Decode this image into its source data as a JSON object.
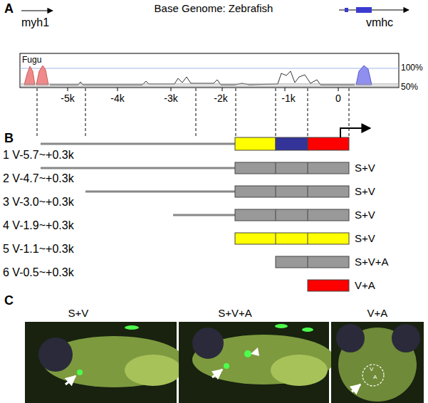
{
  "diagram": {
    "labels": [
      "A",
      "Base Genome: Zebrafish",
      "myh1",
      "vmhc",
      "Fugu",
      "100%",
      "50%",
      "-5k",
      "-4k",
      "-3k",
      "-2k",
      "-1k",
      "0",
      "B",
      "1 V-5.7~+0.3k",
      "S+V",
      "2 V-4.7~+0.3k",
      "S+V",
      "3 V-3.0~+0.3k",
      "S+V",
      "4 V-1.9~+0.3k",
      "S+V",
      "5 V-1.1~+0.3k",
      "S+V+A",
      "6 V-0.5~+0.3k",
      "V+A",
      "C",
      "S+V",
      "S+V+A",
      "V+A",
      "V",
      "A"
    ]
  }
}
